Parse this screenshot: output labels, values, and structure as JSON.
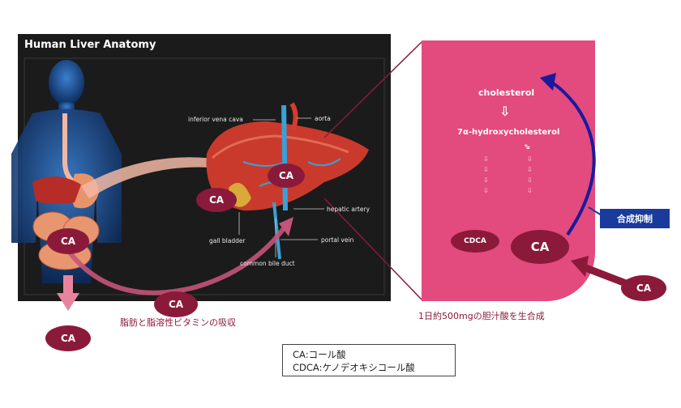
{
  "panel": {
    "title": "Human Liver Anatomy",
    "labels": {
      "inferior_vena_cava": "inferior vena cava",
      "aorta": "aorta",
      "hepatic_artery": "hepatic artery",
      "gall_bladder": "gall bladder",
      "portal_vein": "portal vein",
      "common_bile_duct": "common bile duct"
    }
  },
  "badges": {
    "ca_liver_right": "CA",
    "ca_liver_left": "CA",
    "ca_intestine": "CA",
    "ca_bottom_center": "CA",
    "ca_excreted": "CA",
    "ca_right_outside": "CA",
    "ca_synth": "CA",
    "cdca_synth": "CDCA"
  },
  "synthesis": {
    "cholesterol": "cholesterol",
    "hydroxy": "7α-hydroxycholesterol",
    "arrow_glyph": "⇩",
    "small_arrow": "⇘",
    "dash_arrows": "⇩\n⇩\n⇩\n⇩"
  },
  "suppress_label": "合成抑制",
  "captions": {
    "absorption": "脂肪と脂溶性ビタミンの吸収",
    "synthesis": "1日約500mgの胆汁酸を生合成"
  },
  "legend": {
    "line1": "CA:コール酸",
    "line2": "CDCA:ケノデオキシコール酸"
  },
  "colors": {
    "badge": "#8b1a3a",
    "pink_panel": "#e34a7d",
    "feedback_arrow": "#1a1a9c",
    "suppress_box": "#1a3a9c",
    "panel_bg": "#1b1b1b"
  }
}
